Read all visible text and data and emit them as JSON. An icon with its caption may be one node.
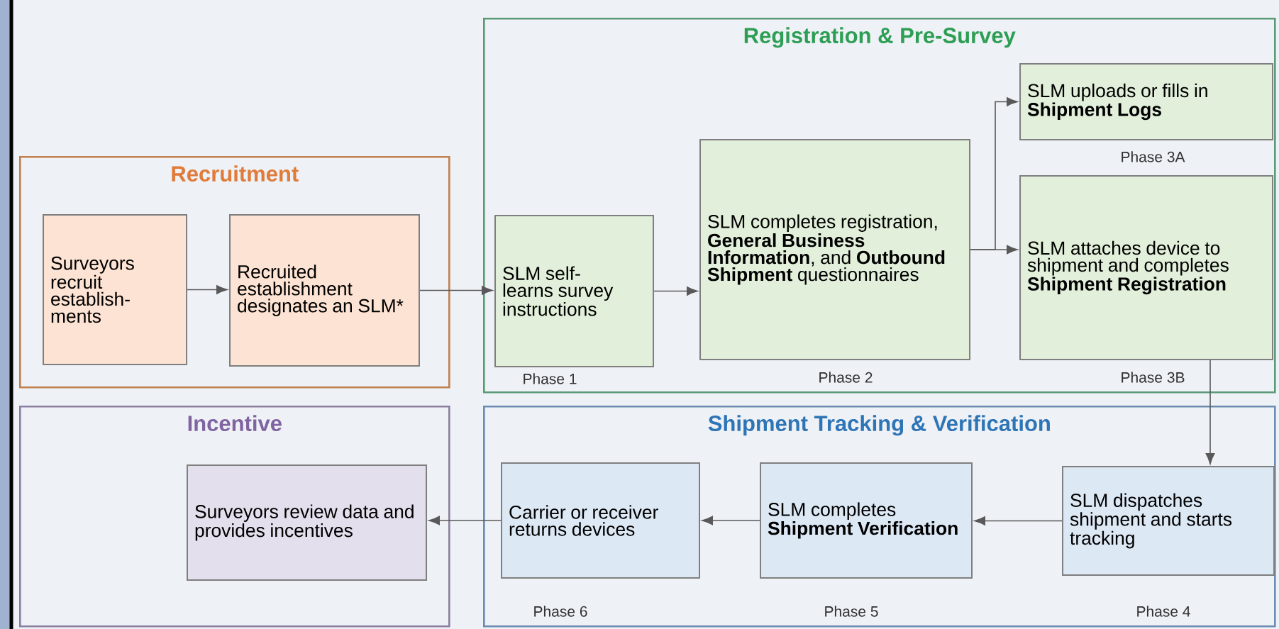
{
  "diagram": {
    "nodes": [
      {
        "text": [
          "Recruitment"
        ]
      },
      {
        "text": [
          "Surveyors recruit establish-ments"
        ],
        "in": 0
      },
      {
        "text": [
          "Recruited establishment designates an SLM*"
        ],
        "in": 0
      },
      {
        "text": [
          "Registration & Pre-Survey"
        ]
      },
      {
        "text": [
          "SLM self-learns survey instructions"
        ],
        "in": 3,
        "beside": [
          "Phase 1"
        ]
      },
      {
        "text": [
          "SLM completes registration, **General Business Information**, and **Outbound Shipment** questionnaires"
        ],
        "in": 3,
        "beside": [
          "Phase 2"
        ]
      },
      {
        "text": [
          "SLM uploads or fills in **Shipment Logs**"
        ],
        "in": 3,
        "beside": [
          "Phase 3A"
        ]
      },
      {
        "text": [
          "SLM attaches device to shipment and completes **Shipment Registration**"
        ],
        "in": 3,
        "beside": [
          "Phase 3B"
        ]
      },
      {
        "text": [
          "Incentive"
        ]
      },
      {
        "text": [
          "Surveyors review data and provides incentives"
        ],
        "in": 8
      },
      {
        "text": [
          "Shipment Tracking & Verification"
        ]
      },
      {
        "text": [
          "Carrier or receiver returns devices"
        ],
        "in": 10,
        "beside": [
          "Phase 6"
        ]
      },
      {
        "text": [
          "SLM completes **Shipment Verification**"
        ],
        "in": 10,
        "beside": [
          "Phase 5"
        ]
      },
      {
        "text": [
          "SLM dispatches shipment and starts tracking"
        ],
        "in": 10,
        "beside": [
          "Phase 4"
        ]
      }
    ],
    "edges": [
      {
        "from": 1,
        "to": 2,
        "arrow": "to"
      },
      {
        "from": 2,
        "to": 4,
        "arrow": "to"
      },
      {
        "from": 4,
        "to": 5,
        "arrow": "to"
      },
      {
        "from": 5,
        "to": 6,
        "arrow": "to"
      },
      {
        "from": 5,
        "to": 7,
        "arrow": "to"
      },
      {
        "from": 7,
        "to": 13,
        "arrow": "to"
      },
      {
        "from": 13,
        "to": 12,
        "arrow": "to"
      },
      {
        "from": 12,
        "to": 11,
        "arrow": "to"
      },
      {
        "from": 11,
        "to": 9,
        "arrow": "to"
      }
    ]
  }
}
